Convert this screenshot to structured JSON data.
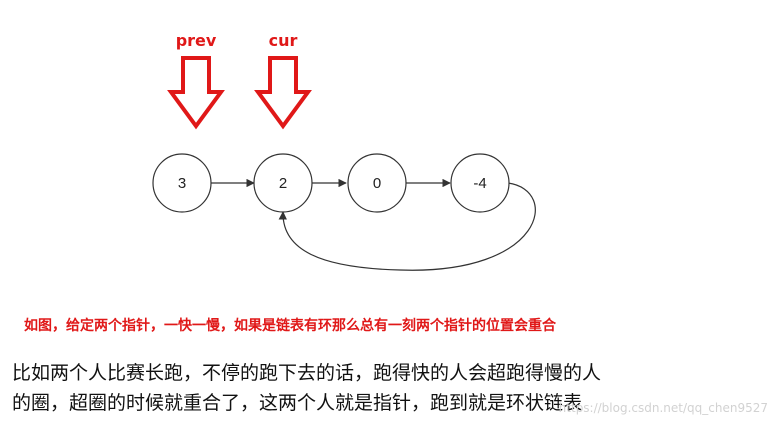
{
  "pointers": [
    {
      "label": "prev",
      "target_node": 0
    },
    {
      "label": "cur",
      "target_node": 1
    }
  ],
  "nodes": [
    {
      "value": "3"
    },
    {
      "value": "2"
    },
    {
      "value": "0"
    },
    {
      "value": "-4"
    }
  ],
  "edges": [
    {
      "from": 0,
      "to": 1
    },
    {
      "from": 1,
      "to": 2
    },
    {
      "from": 2,
      "to": 3
    },
    {
      "from": 3,
      "to": 1,
      "curved": true
    }
  ],
  "caption": "如图，给定两个指针，一快一慢，如果是链表有环那么总有一刻两个指针的位置会重合",
  "paragraph": {
    "line1": "比如两个人比赛长跑，不停的跑下去的话，跑得快的人会超跑得慢的人",
    "line2": "的圈，超圈的时候就重合了，这两个人就是指针，跑到就是环状链表"
  },
  "watermark": "https://blog.csdn.net/qq_chen9527",
  "colors": {
    "pointer": "#e01818",
    "caption": "#e01818",
    "node_stroke": "#333333",
    "edge": "#333333",
    "text": "#111111"
  }
}
